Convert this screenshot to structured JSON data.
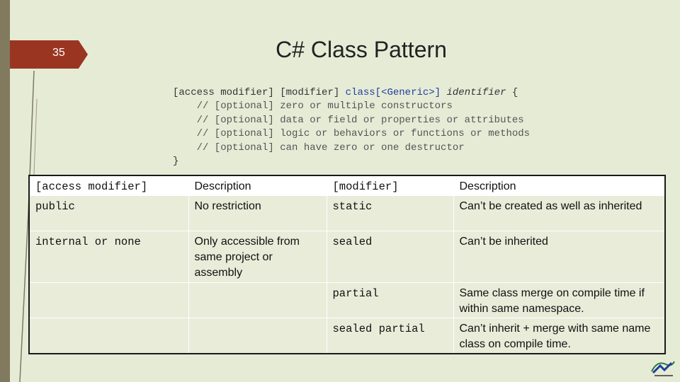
{
  "slide": {
    "number": "35",
    "title": "C# Class Pattern"
  },
  "code": {
    "line1": {
      "access": "[access modifier]",
      "modifier": "[modifier]",
      "class_kw": "class",
      "generic": "[<Generic>]",
      "identifier": "identifier",
      "brace_open": "{"
    },
    "comments": [
      "    // [optional] zero or multiple constructors",
      "    // [optional] data or field or properties or attributes",
      "    // [optional] logic or behaviors or functions or methods",
      "    // [optional] can have zero or one destructor"
    ],
    "brace_close": "}"
  },
  "table": {
    "headers": [
      "[access modifier]",
      "Description",
      "[modifier]",
      "Description"
    ],
    "rows": [
      [
        "public",
        "No restriction",
        "static",
        "Can’t be created as well as inherited"
      ],
      [
        "internal or none",
        "Only accessible from same project or assembly",
        "sealed",
        "Can’t be inherited"
      ],
      [
        "",
        "",
        "partial",
        "Same class merge on compile time if within same namespace."
      ],
      [
        "",
        "",
        "sealed partial",
        "Can’t inherit + merge with same name class on compile time."
      ]
    ]
  }
}
